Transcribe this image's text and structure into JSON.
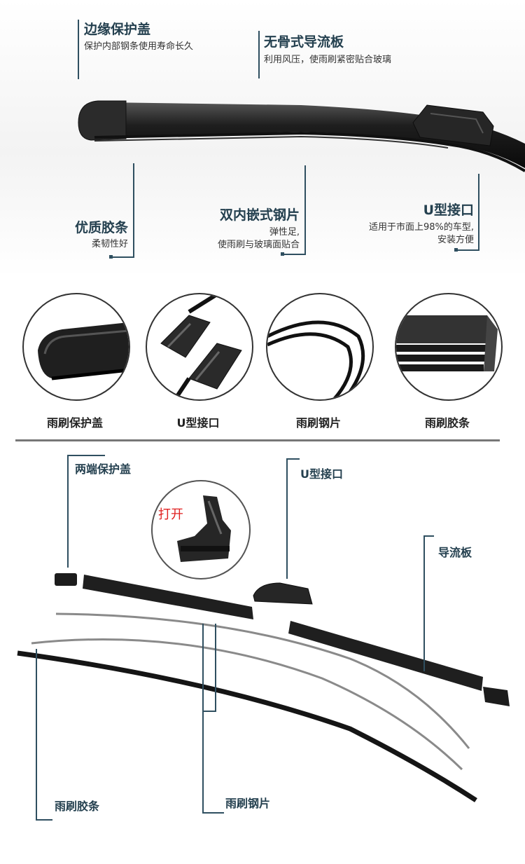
{
  "top_features": {
    "edge_cover": {
      "title": "边缘保护盖",
      "desc": "保护内部钢条使用寿命长久"
    },
    "boneless_spoiler": {
      "title": "无骨式导流板",
      "desc": "利用风压，使雨刷紧密贴合玻璃"
    },
    "rubber_strip": {
      "title": "优质胶条",
      "desc": "柔韧性好"
    },
    "steel_insert": {
      "title": "双内嵌式钢片",
      "desc_line1": "弹性足,",
      "desc_line2": "使雨刷与玻璃面贴合"
    },
    "u_connector": {
      "title": "U型接口",
      "desc_line1": "适用于市面上98%的车型,",
      "desc_line2": "安装方便"
    }
  },
  "detail_circles": [
    {
      "caption": "雨刷保护盖"
    },
    {
      "caption": "U型接口"
    },
    {
      "caption": "雨刷钢片"
    },
    {
      "caption": "雨刷胶条"
    }
  ],
  "parts_diagram": {
    "end_caps": "两端保护盖",
    "u_connector": "U型接口",
    "open_label": "打开",
    "spoiler": "导流板",
    "rubber": "雨刷胶条",
    "steel": "雨刷钢片"
  },
  "colors": {
    "label_dark": "#24404f",
    "line": "#2f4f60",
    "open_red": "#e02020"
  }
}
